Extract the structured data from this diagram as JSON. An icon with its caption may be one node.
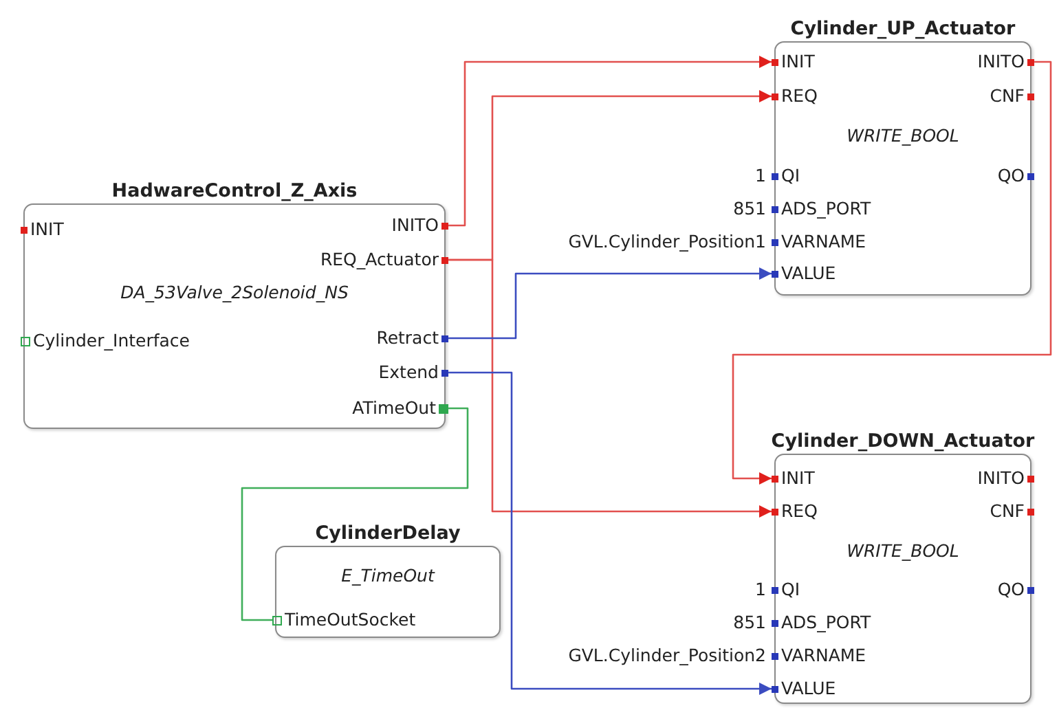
{
  "diagram": {
    "nodes": [
      {
        "text": [
          "HadwareControl_Z_Axis",
          "DA_53Valve_2Solenoid_NS"
        ]
      },
      {
        "text": [
          "INIT"
        ],
        "in": 0
      },
      {
        "text": [
          "INITO"
        ],
        "in": 0
      },
      {
        "text": [
          "REQ_Actuator"
        ],
        "in": 0
      },
      {
        "text": [
          "Cylinder_Interface"
        ],
        "in": 0
      },
      {
        "text": [
          "Retract"
        ],
        "in": 0
      },
      {
        "text": [
          "Extend"
        ],
        "in": 0
      },
      {
        "text": [
          "ATimeOut"
        ],
        "in": 0
      },
      {
        "text": [
          "Cylinder_UP_Actuator",
          "WRITE_BOOL"
        ]
      },
      {
        "text": [
          "INIT"
        ],
        "in": 8
      },
      {
        "text": [
          "INITO"
        ],
        "in": 8
      },
      {
        "text": [
          "REQ"
        ],
        "in": 8
      },
      {
        "text": [
          "CNF"
        ],
        "in": 8
      },
      {
        "text": [
          "QI"
        ],
        "in": 8,
        "beside": [
          "1"
        ]
      },
      {
        "text": [
          "QO"
        ],
        "in": 8
      },
      {
        "text": [
          "ADS_PORT"
        ],
        "in": 8,
        "beside": [
          "851"
        ]
      },
      {
        "text": [
          "VARNAME"
        ],
        "in": 8,
        "beside": [
          "GVL.Cylinder_Position1"
        ]
      },
      {
        "text": [
          "VALUE"
        ],
        "in": 8
      },
      {
        "text": [
          "CylinderDelay",
          "E_TimeOut"
        ]
      },
      {
        "text": [
          "TimeOutSocket"
        ],
        "in": 18
      },
      {
        "text": [
          "Cylinder_DOWN_Actuator",
          "WRITE_BOOL"
        ]
      },
      {
        "text": [
          "INIT"
        ],
        "in": 20
      },
      {
        "text": [
          "INITO"
        ],
        "in": 20
      },
      {
        "text": [
          "REQ"
        ],
        "in": 20
      },
      {
        "text": [
          "CNF"
        ],
        "in": 20
      },
      {
        "text": [
          "QI"
        ],
        "in": 20,
        "beside": [
          "1"
        ]
      },
      {
        "text": [
          "QO"
        ],
        "in": 20
      },
      {
        "text": [
          "ADS_PORT"
        ],
        "in": 20,
        "beside": [
          "851"
        ]
      },
      {
        "text": [
          "VARNAME"
        ],
        "in": 20,
        "beside": [
          "GVL.Cylinder_Position2"
        ]
      },
      {
        "text": [
          "VALUE"
        ],
        "in": 20
      }
    ],
    "edges": [
      {
        "from": 2,
        "to": 9,
        "arrow": "to"
      },
      {
        "from": 3,
        "to": 11,
        "arrow": "to"
      },
      {
        "from": 3,
        "to": 23,
        "arrow": "to"
      },
      {
        "from": 5,
        "to": 17,
        "arrow": "to",
        "color": "#3b4cc0"
      },
      {
        "from": 6,
        "to": 29,
        "arrow": "to",
        "color": "#3b4cc0"
      },
      {
        "from": 10,
        "to": 21,
        "arrow": "to"
      },
      {
        "from": 7,
        "to": 19,
        "arrow": "none",
        "color": "#3fae5a"
      }
    ]
  }
}
